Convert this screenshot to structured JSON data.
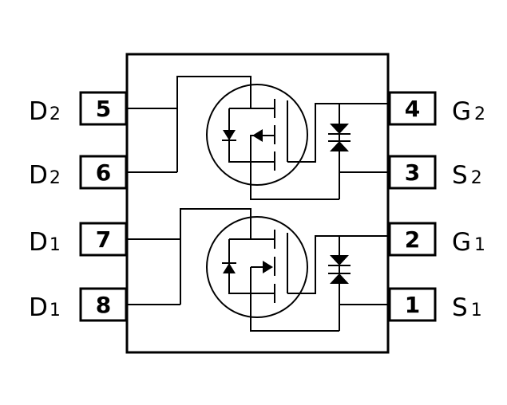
{
  "pins": {
    "p5": {
      "num": "5",
      "name": "D",
      "sub": "2"
    },
    "p6": {
      "num": "6",
      "name": "D",
      "sub": "2"
    },
    "p7": {
      "num": "7",
      "name": "D",
      "sub": "1"
    },
    "p8": {
      "num": "8",
      "name": "D",
      "sub": "1"
    },
    "p4": {
      "num": "4",
      "name": "G",
      "sub": "2"
    },
    "p3": {
      "num": "3",
      "name": "S",
      "sub": "2"
    },
    "p2": {
      "num": "2",
      "name": "G",
      "sub": "1"
    },
    "p1": {
      "num": "1",
      "name": "S",
      "sub": "1"
    }
  }
}
